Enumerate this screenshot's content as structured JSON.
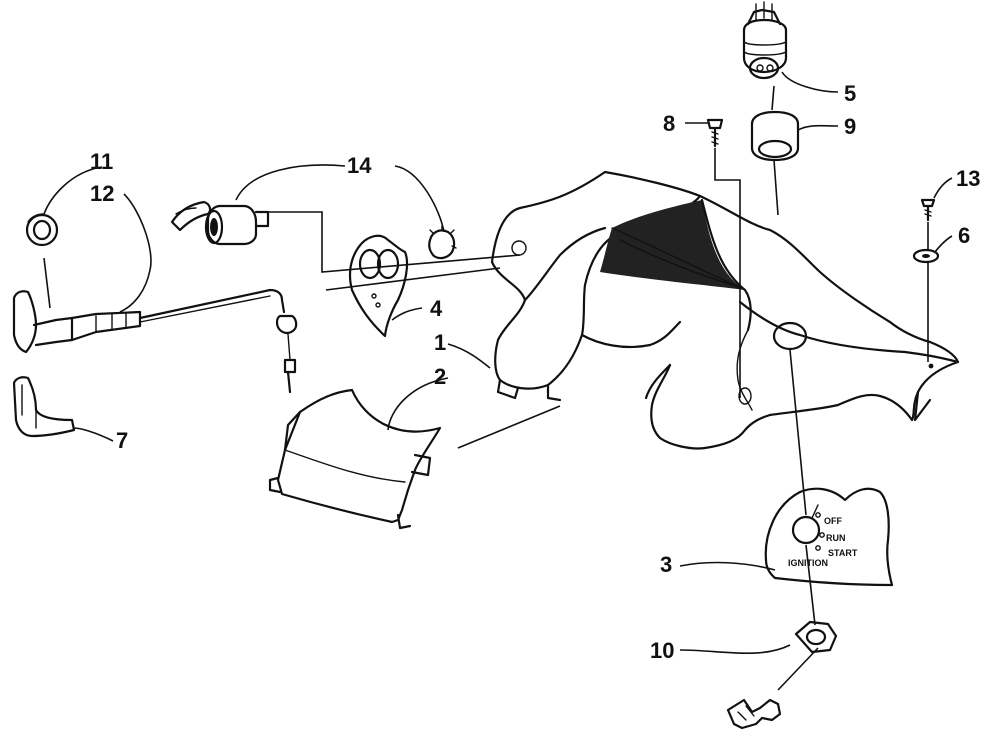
{
  "callouts": [
    {
      "id": "1",
      "label": "1"
    },
    {
      "id": "2",
      "label": "2"
    },
    {
      "id": "3",
      "label": "3"
    },
    {
      "id": "4",
      "label": "4"
    },
    {
      "id": "5",
      "label": "5"
    },
    {
      "id": "6",
      "label": "6"
    },
    {
      "id": "7",
      "label": "7"
    },
    {
      "id": "8",
      "label": "8"
    },
    {
      "id": "9",
      "label": "9"
    },
    {
      "id": "10",
      "label": "10"
    },
    {
      "id": "11",
      "label": "11"
    },
    {
      "id": "12",
      "label": "12"
    },
    {
      "id": "13",
      "label": "13"
    },
    {
      "id": "14",
      "label": "14"
    }
  ],
  "ignition_panel": {
    "off": "OFF",
    "run": "RUN",
    "start": "START",
    "ignition": "IGNITION"
  }
}
